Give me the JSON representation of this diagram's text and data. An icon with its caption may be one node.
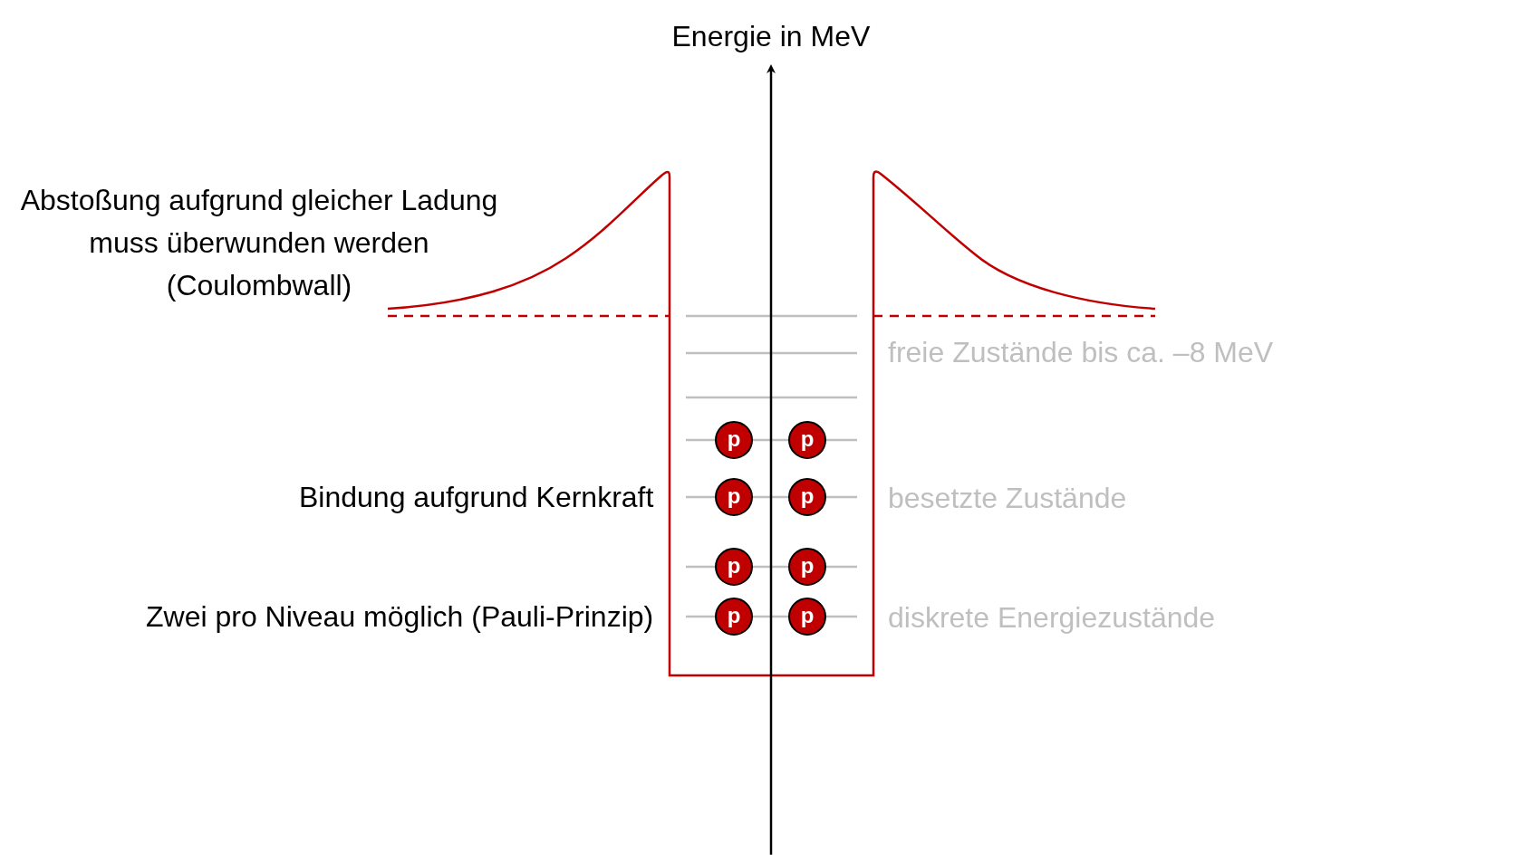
{
  "diagram": {
    "nodes": [
      {
        "text": [
          "p"
        ]
      },
      {
        "text": [
          "p"
        ]
      },
      {
        "text": [
          "p"
        ]
      },
      {
        "text": [
          "p"
        ]
      },
      {
        "text": [
          "p"
        ]
      },
      {
        "text": [
          "p"
        ]
      },
      {
        "text": [
          "p"
        ]
      },
      {
        "text": [
          "p"
        ]
      }
    ],
    "labels": [
      "Energie in MeV",
      "Abstoßung aufgrund gleicher Ladung muss überwunden werden (Coulombwall)",
      "freie Zustände bis ca. –8 MeV",
      "Bindung aufgrund Kernkraft",
      "besetzte Zustände",
      "Zwei pro Niveau möglich (Pauli-Prinzip)",
      "diskrete Energiezustände"
    ]
  }
}
